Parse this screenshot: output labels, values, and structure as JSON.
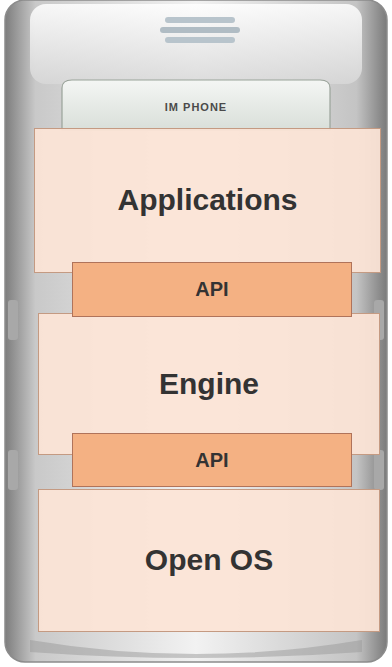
{
  "diagram": {
    "nodes": [
      {
        "text": [
          "Applications"
        ]
      },
      {
        "text": [
          "API"
        ]
      },
      {
        "text": [
          "Engine"
        ]
      },
      {
        "text": [
          "API"
        ]
      },
      {
        "text": [
          "Open OS"
        ]
      }
    ],
    "labels": [
      "IM PHONE"
    ]
  }
}
